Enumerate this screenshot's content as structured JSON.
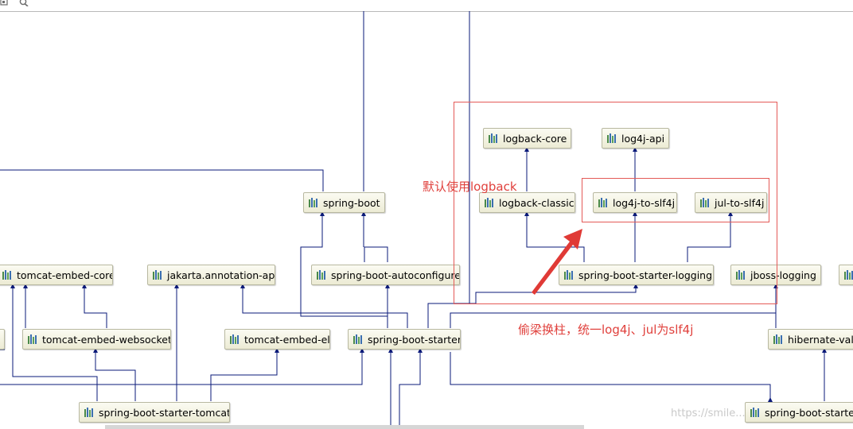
{
  "toolbar": {
    "icons": [
      "diagram-export-icon",
      "zoom-icon"
    ]
  },
  "nodes": {
    "logback_core": "logback-core",
    "log4j_api": "log4j-api",
    "spring_boot": "spring-boot",
    "logback_classic": "logback-classic",
    "log4j_to_slf4j": "log4j-to-slf4j",
    "jul_to_slf4j": "jul-to-slf4j",
    "tomcat_embed_core": "tomcat-embed-core",
    "jakarta_annotation_api": "jakarta.annotation-api",
    "spring_boot_autoconfigure": "spring-boot-autoconfigure",
    "spring_boot_starter_logging": "spring-boot-starter-logging",
    "jboss_logging": "jboss-logging",
    "tomcat_embed_websocket": "tomcat-embed-websocket",
    "tomcat_embed_el": "tomcat-embed-el",
    "spring_boot_starter": "spring-boot-starter",
    "hibernate_vali": "hibernate-vali",
    "spring_boot_starter_tomcat": "spring-boot-starter-tomcat",
    "spring_boot_starter_partial": "spring-boot-starter"
  },
  "annotations": {
    "default_logback": "默认使用logback",
    "swap_note": "偷梁换柱，统一log4j、jul为slf4j"
  },
  "watermark": "https://smile...",
  "colors": {
    "edge": "#0a1a7a",
    "annotation": "#e0403c"
  }
}
